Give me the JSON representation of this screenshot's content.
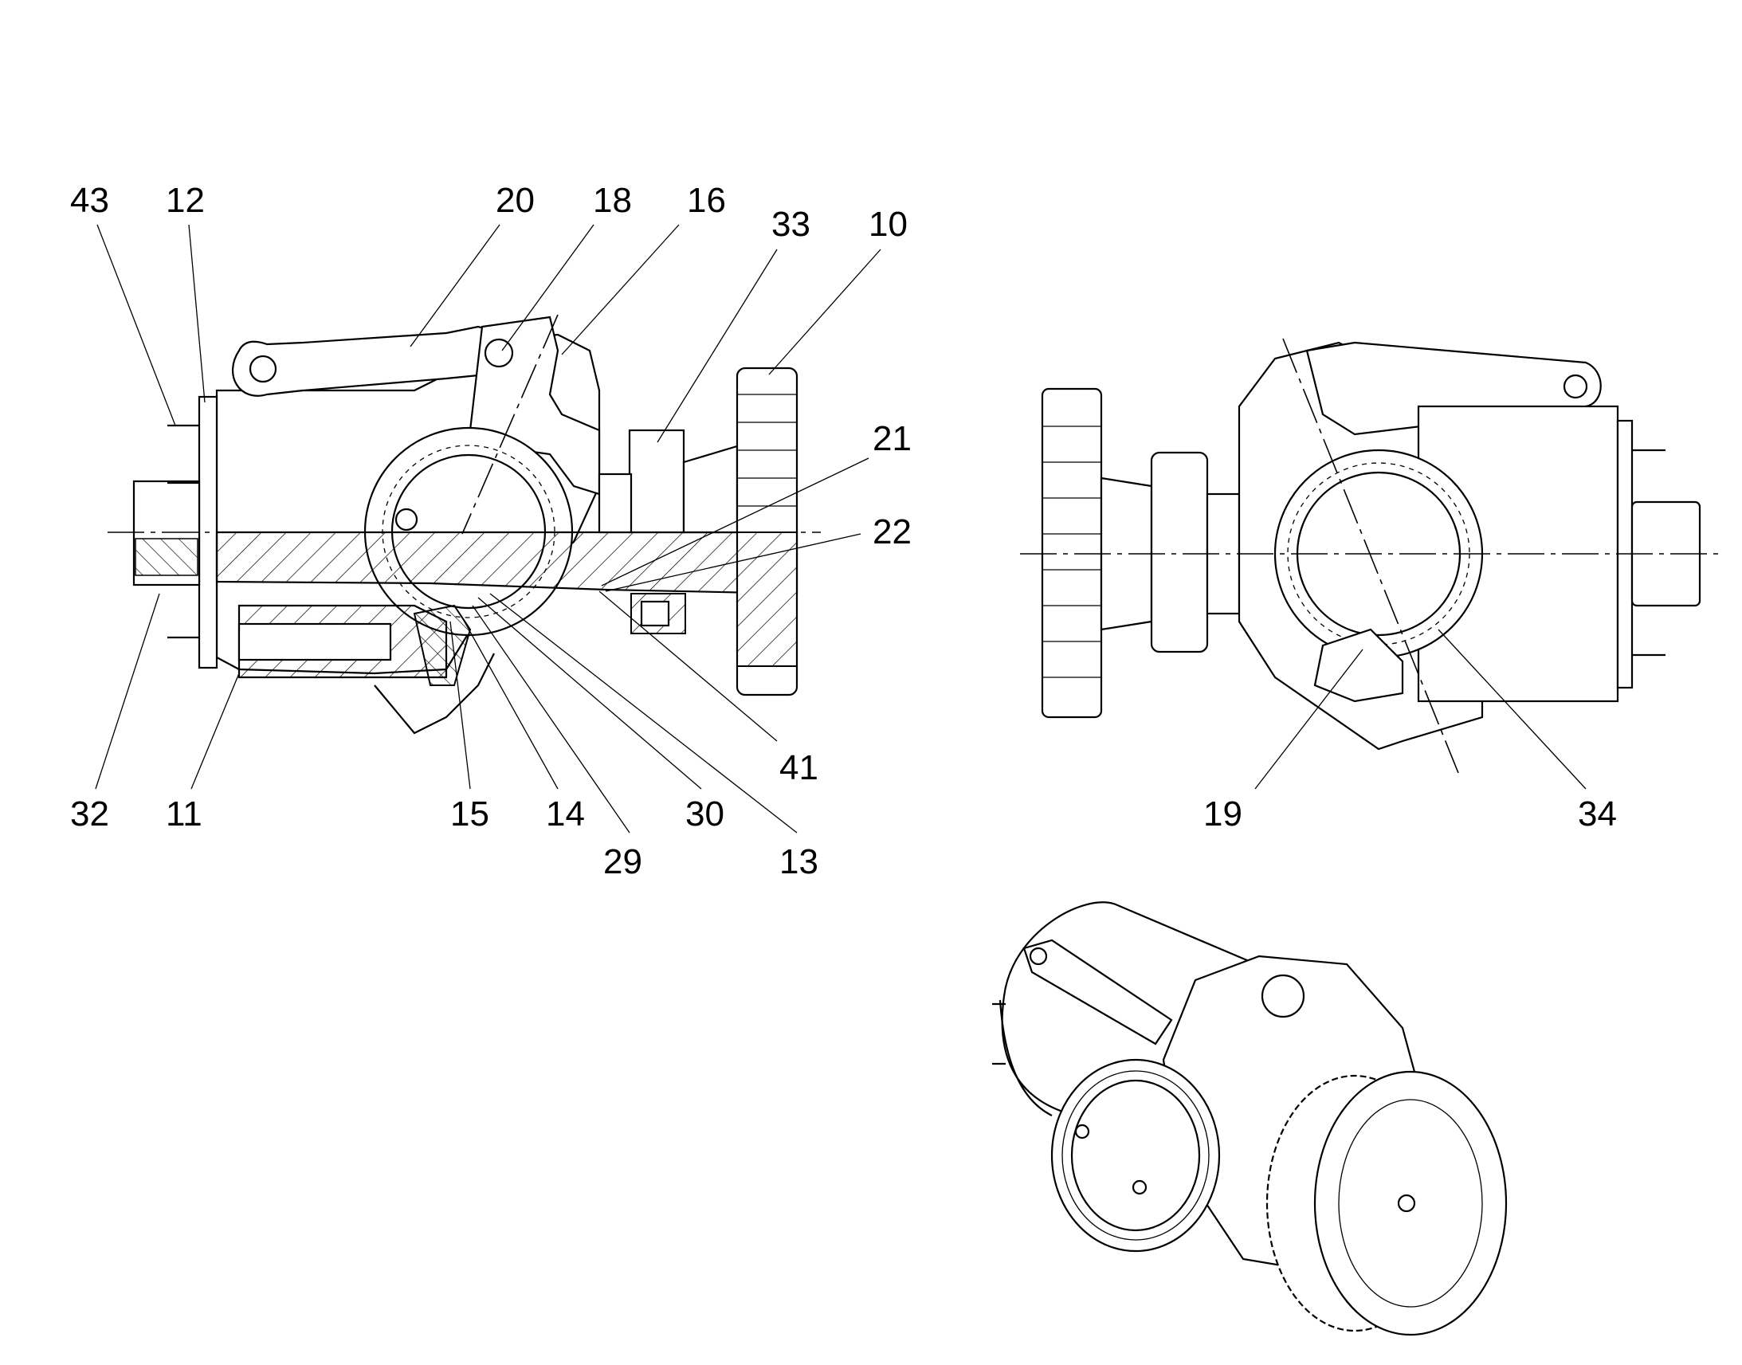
{
  "figure": {
    "callouts_section_view": [
      "43",
      "12",
      "20",
      "18",
      "16",
      "33",
      "10",
      "21",
      "22",
      "32",
      "11",
      "15",
      "14",
      "29",
      "30",
      "13",
      "41"
    ],
    "callouts_end_view": [
      "19",
      "34"
    ]
  }
}
